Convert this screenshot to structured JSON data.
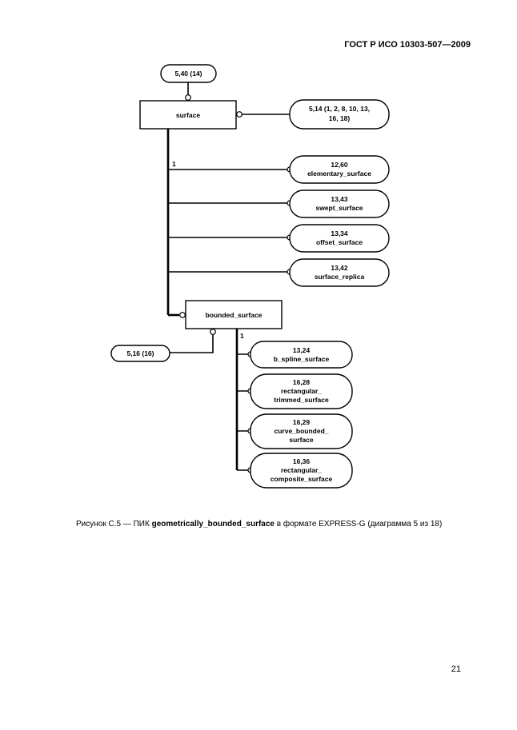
{
  "header": {
    "doc_id": "ГОСТ Р ИСО 10303-507—2009"
  },
  "diagram": {
    "ref_top": "5,40 (14)",
    "entity_surface": "surface",
    "ref_surface_right": [
      "5,14 (1, 2, 8, 10, 13,",
      "16, 18)"
    ],
    "surface_subtypes": [
      {
        "lines": [
          "12,60",
          "elementary_surface"
        ]
      },
      {
        "lines": [
          "13,43",
          "swept_surface"
        ]
      },
      {
        "lines": [
          "13,34",
          "offset_surface"
        ]
      },
      {
        "lines": [
          "13,42",
          "surface_replica"
        ]
      }
    ],
    "label_one_surface": "1",
    "entity_bounded": "bounded_surface",
    "ref_bounded_left": "5,16 (16)",
    "label_one_bounded": "1",
    "bounded_subtypes": [
      {
        "lines": [
          "13,24",
          "b_spline_surface"
        ]
      },
      {
        "lines": [
          "16,28",
          "rectangular_",
          "trimmed_surface"
        ]
      },
      {
        "lines": [
          "16,29",
          "curve_bounded_",
          "surface"
        ]
      },
      {
        "lines": [
          "16,36",
          "rectangular_",
          "composite_surface"
        ]
      }
    ]
  },
  "caption": {
    "prefix": "Рисунок С.5 — ПИК ",
    "bold": "geometrically_bounded_surface",
    "suffix": " в формате EXPRESS-G (диаграмма  5 из 18)"
  },
  "page_number": "21"
}
